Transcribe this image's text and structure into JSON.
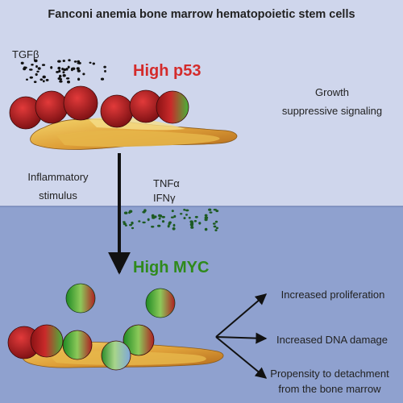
{
  "title": "Fanconi anemia bone marrow hematopoietic stem cells",
  "top_panel": {
    "cytokine_label": "TGFβ",
    "state_label": "High p53",
    "signal_label_line1": "Growth",
    "signal_label_line2": "suppressive signaling"
  },
  "transition": {
    "stimulus_line1": "Inflammatory",
    "stimulus_line2": "stimulus",
    "cytokine1": "TNFα",
    "cytokine2": "IFNγ"
  },
  "bottom_panel": {
    "state_label": "High MYC",
    "outcomes": [
      "Increased proliferation",
      "Increased DNA damage",
      "Propensity to detachment",
      "from the bone marrow"
    ]
  },
  "colors": {
    "top_bg": "#cfd6ec",
    "bottom_bg": "#8fa1cf",
    "p53_red": "#d42b2b",
    "myc_green": "#2f8a1c"
  }
}
